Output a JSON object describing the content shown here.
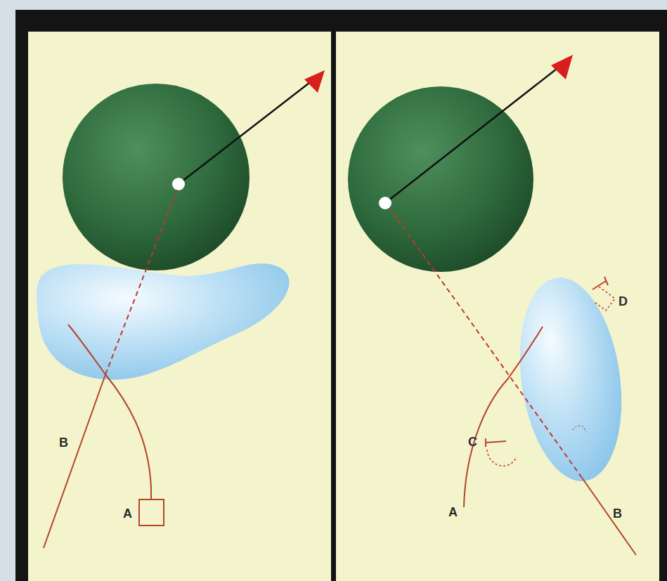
{
  "diagram": {
    "labels": [
      "B",
      "A",
      "D",
      "C",
      "A",
      "B"
    ]
  }
}
